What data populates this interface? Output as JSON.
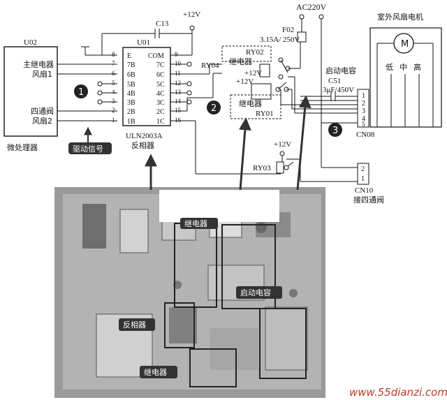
{
  "mcu": {
    "id": "U02",
    "caption": "微处理器",
    "pins": [
      "主继电器",
      "风扇1",
      "四通阀",
      "风扇2"
    ]
  },
  "driver": {
    "id": "U01",
    "part": "ULN2003A",
    "caption": "反相器",
    "left_pins": [
      "E",
      "7B",
      "6B",
      "5B",
      "4B",
      "3B",
      "2B",
      "1B"
    ],
    "right_pins": [
      "COM",
      "7C",
      "6C",
      "5C",
      "4C",
      "3C",
      "2C",
      "1C"
    ],
    "left_nums": [
      "8",
      "7",
      "6",
      "5",
      "4",
      "3",
      "2",
      "1"
    ],
    "right_nums": [
      "9",
      "10",
      "11",
      "12",
      "13",
      "14",
      "15",
      "16"
    ]
  },
  "cap_c13": "C13",
  "vcc": "+12V",
  "ry04": "RY04",
  "ac": "AC220V",
  "fuse": {
    "id": "F02",
    "rating": "3.15A/ 250V"
  },
  "relay_ry02": {
    "id": "RY02",
    "label": "继电器"
  },
  "relay_ry01": {
    "id": "RY01",
    "label": "继电器"
  },
  "relay_ry03": "RY03",
  "start_cap": {
    "title": "启动电容",
    "id": "C51",
    "value": "3μF/450V"
  },
  "motor": {
    "title": "室外风扇电机",
    "symbol": "M",
    "speeds": [
      "低",
      "中",
      "高"
    ]
  },
  "cn08": {
    "id": "CN08",
    "pins": [
      "1",
      "2",
      "3",
      "4",
      "5"
    ]
  },
  "cn10": {
    "id": "CN10",
    "pins": [
      "2",
      "1"
    ],
    "caption": "接四通阀"
  },
  "badges": [
    "1",
    "2",
    "3"
  ],
  "drive_signal": "驱动信号",
  "photo_labels": {
    "relay_top": "继电器",
    "start_cap": "启动电容",
    "inverter": "反相器",
    "relay_bottom": "继电器"
  },
  "watermark": "www.55dianzi.com"
}
